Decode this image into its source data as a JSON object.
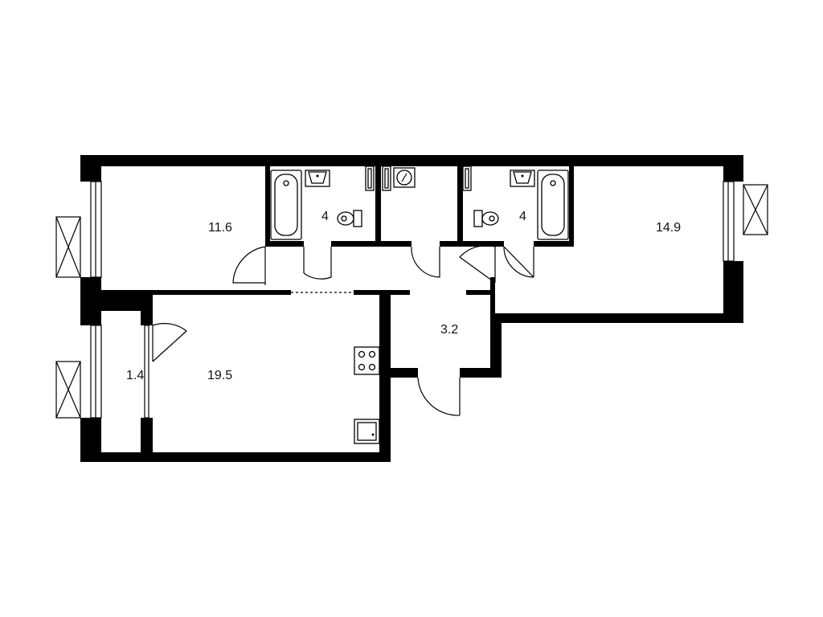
{
  "rooms": {
    "bedroom_left": "11.6",
    "bathroom_left": "4",
    "bathroom_right": "4",
    "bedroom_right": "14.9",
    "hallway": "3.2",
    "balcony": "1.4",
    "living_kitchen": "19.5"
  },
  "colors": {
    "wall": "#000000",
    "background": "#ffffff"
  }
}
